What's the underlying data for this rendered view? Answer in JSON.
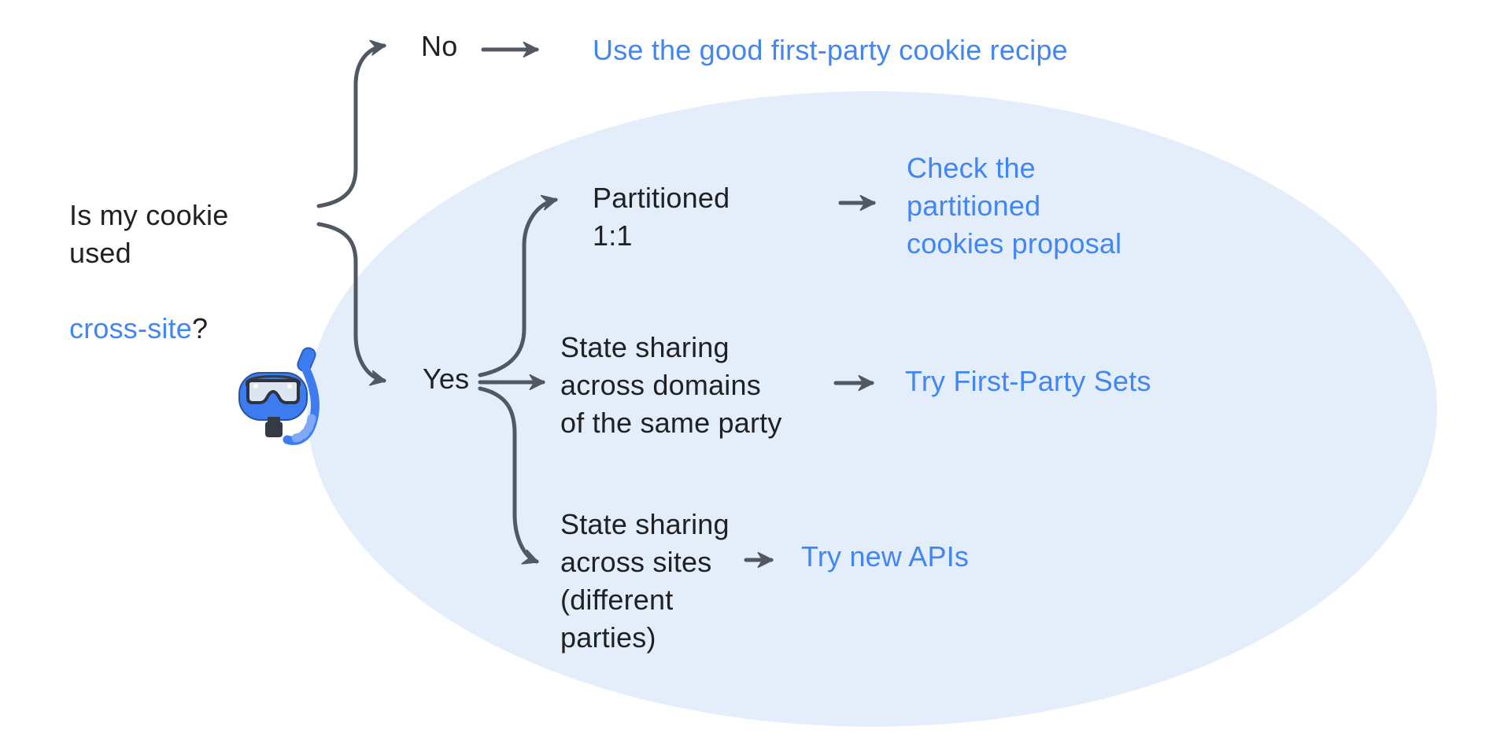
{
  "colors": {
    "link_blue": "#4285F4",
    "text_black": "#202124",
    "arrow_gray": "#515862",
    "ellipse_fill": "#E4EEFB",
    "background": "#FFFFFF"
  },
  "question": {
    "black_lines": "Is my cookie\nused",
    "highlight": "cross-site",
    "suffix": "?"
  },
  "no_branch": {
    "label": "No",
    "outcome": "Use the good first-party cookie recipe"
  },
  "yes_branch": {
    "label": "Yes",
    "sub_branches": [
      {
        "condition": "Partitioned\n1:1",
        "outcome": "Check the\npartitioned\ncookies proposal"
      },
      {
        "condition": "State sharing\nacross domains\nof the same party",
        "outcome": "Try First-Party Sets"
      },
      {
        "condition": "State sharing\nacross sites\n(different\nparties)",
        "outcome": "Try new APIs"
      }
    ]
  },
  "icons": {
    "diving_mask": "diving-mask-icon"
  }
}
